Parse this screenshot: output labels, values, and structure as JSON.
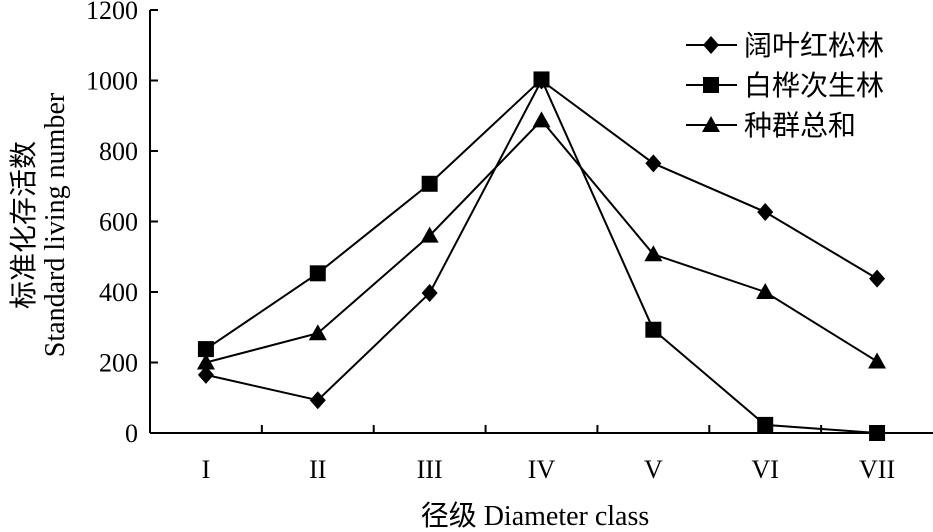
{
  "chart_data": {
    "type": "line",
    "xlabel": "径级 Diameter class",
    "ylabel_cn": "标准化存活数",
    "ylabel_en": "Standard living number",
    "categories": [
      "I",
      "II",
      "III",
      "IV",
      "V",
      "VI",
      "VII"
    ],
    "ylim": [
      0,
      1200
    ],
    "yticks": [
      0,
      200,
      400,
      600,
      800,
      1000,
      1200
    ],
    "grid": false,
    "legend_position": "top-right",
    "series": [
      {
        "name": "阔叶红松林",
        "marker": "diamond",
        "values": [
          165,
          93,
          397,
          1000,
          765,
          627,
          438
        ]
      },
      {
        "name": "白桦次生林",
        "marker": "square",
        "values": [
          238,
          453,
          707,
          1003,
          293,
          23,
          0
        ]
      },
      {
        "name": "种群总和",
        "marker": "triangle",
        "values": [
          200,
          283,
          560,
          887,
          507,
          400,
          203
        ]
      }
    ]
  }
}
